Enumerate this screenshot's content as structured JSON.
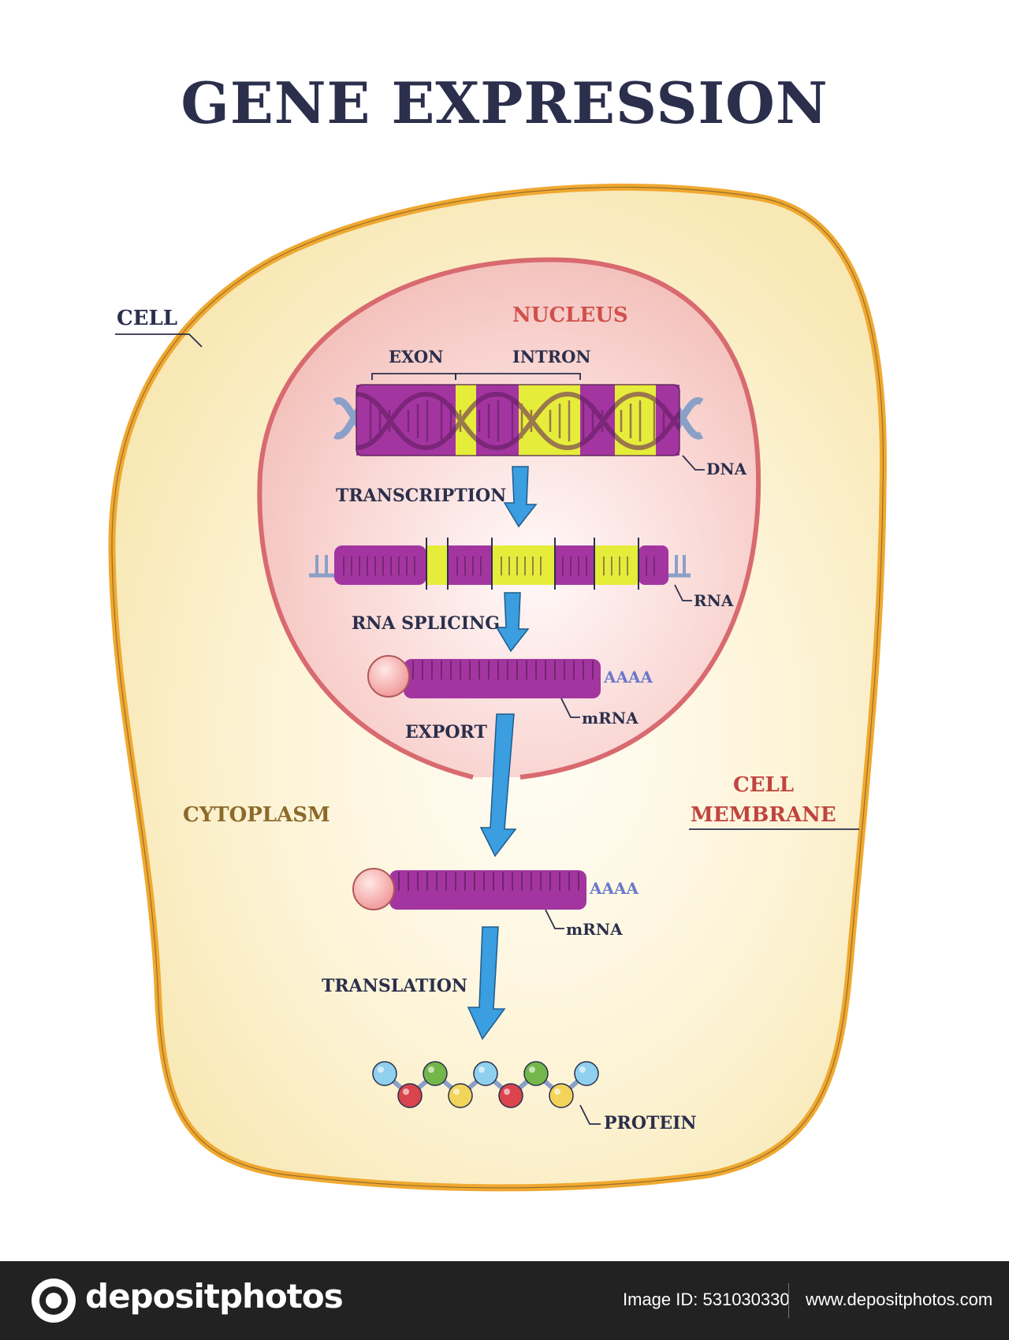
{
  "title": "GENE EXPRESSION",
  "labels": {
    "cell": "CELL",
    "nucleus": "NUCLEUS",
    "exon": "EXON",
    "intron": "INTRON",
    "dna": "DNA",
    "transcription": "TRANSCRIPTION",
    "rna": "RNA",
    "rna_splicing": "RNA SPLICING",
    "poly_a_tail": "AAAA",
    "mrna": "mRNA",
    "export": "EXPORT",
    "cytoplasm": "CYTOPLASM",
    "cell_membrane_line1": "CELL",
    "cell_membrane_line2": "MEMBRANE",
    "translation": "TRANSLATION",
    "protein": "PROTEIN"
  },
  "colors": {
    "title": "#2b2f4c",
    "exon": "#a335a0",
    "intron": "#e6ec3a",
    "cell_fill": "#fbefc4",
    "cell_outline": "#f0a830",
    "nucleus_fill": "#f8d4d0",
    "nucleus_outline": "#d86a70",
    "arrow": "#3a9ee0",
    "cap": "#f4a8a8",
    "poly_a": "#6a78c8",
    "nucleus_label": "#d0504a",
    "cytoplasm_label": "#8b6a2a",
    "membrane_label": "#c0443e"
  },
  "protein_beads": [
    "#8fd0ee",
    "#d9444d",
    "#74b64a",
    "#f2d45a",
    "#8fd0ee",
    "#d9444d",
    "#74b64a",
    "#f2d45a",
    "#8fd0ee"
  ],
  "footer": {
    "brand": "depositphotos",
    "image_id": "Image ID: 531030330",
    "site": "www.depositphotos.com"
  }
}
